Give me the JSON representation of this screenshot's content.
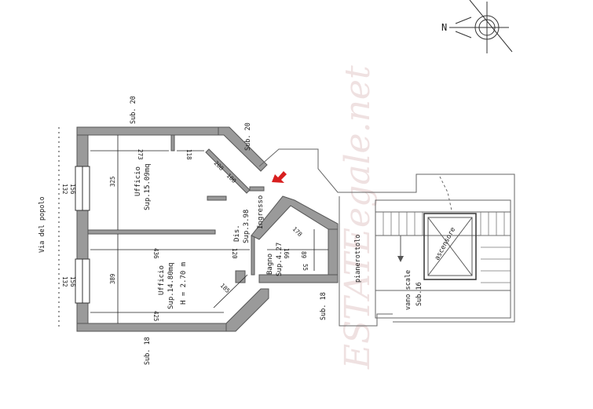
{
  "compass": {
    "north_letter": "N"
  },
  "street_label": "Via del popolo",
  "neighbors": {
    "sub20_top": "Sub. 20",
    "sub20_right": "Sub. 20",
    "sub18_bottom": "Sub. 18",
    "sub18_right": "Sub. 18"
  },
  "rooms": {
    "office1": {
      "name": "Ufficio",
      "area": "Sup.15.09mq"
    },
    "office2": {
      "name": "Ufficio",
      "area": "Sup.14.80mq",
      "height": "H = 2.70 m"
    },
    "disimpegno": {
      "name": "Dis.",
      "area": "Sup.3.98"
    },
    "bagno": {
      "name": "Bagno",
      "area": "Sup.4.27"
    }
  },
  "entrance_label": "Ingresso",
  "landing_label": "pianerottolo",
  "stair_label": "vano scale",
  "stair_sub": "Sub.16",
  "elevator_label": "ascensore",
  "watermark": "ESTATEegale.net",
  "accent_color": "#d81f1f",
  "dimensions": {
    "d273": "273",
    "d118": "118",
    "d208": "208",
    "d100": "100",
    "d325": "325",
    "d132a": "132",
    "d156a": "156",
    "d436": "436",
    "d120": "120",
    "d389": "389",
    "d132b": "132",
    "d156b": "156",
    "d185": "185",
    "d425": "425",
    "d178": "178",
    "d166": "166",
    "d89": "89",
    "d55": "55"
  }
}
